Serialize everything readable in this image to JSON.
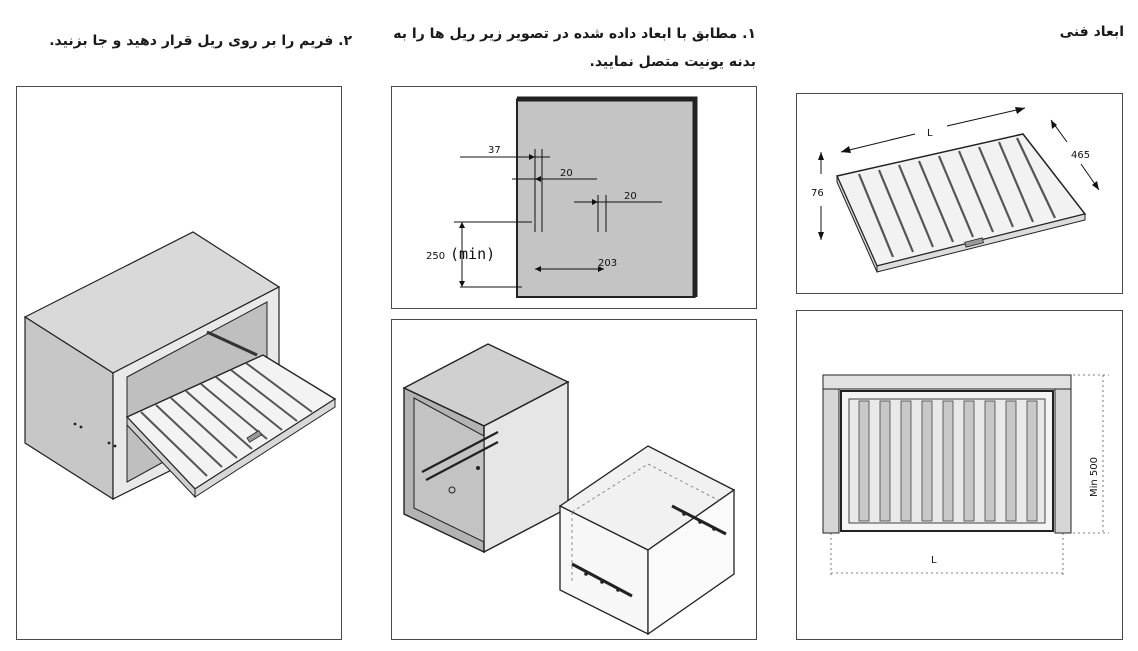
{
  "headings": {
    "tech_specs": "ابعاد فنی",
    "step1_line1": "۱. مطابق با ابعاد داده شده در تصویر زیر ریل ها را به",
    "step1_line2": "بدنه یونیت متصل نمایید.",
    "step2": "۲. فریم را بر روی ریل قرار دهید و جا بزنید."
  },
  "spec_top": {
    "length_label": "L",
    "depth_label": "465",
    "height_label": "76"
  },
  "spec_bottom": {
    "width_label": "L",
    "min_label": "Min 500"
  },
  "rail_dims": {
    "d37": "37",
    "d20a": "20",
    "d20b": "20",
    "d203": "203",
    "d250": "250",
    "min": "(min)"
  },
  "colors": {
    "panel_border": "#4a4a4a",
    "cabinet_fill": "#e6e6e6",
    "cabinet_dark": "#bdbdbd",
    "line": "#222222"
  }
}
